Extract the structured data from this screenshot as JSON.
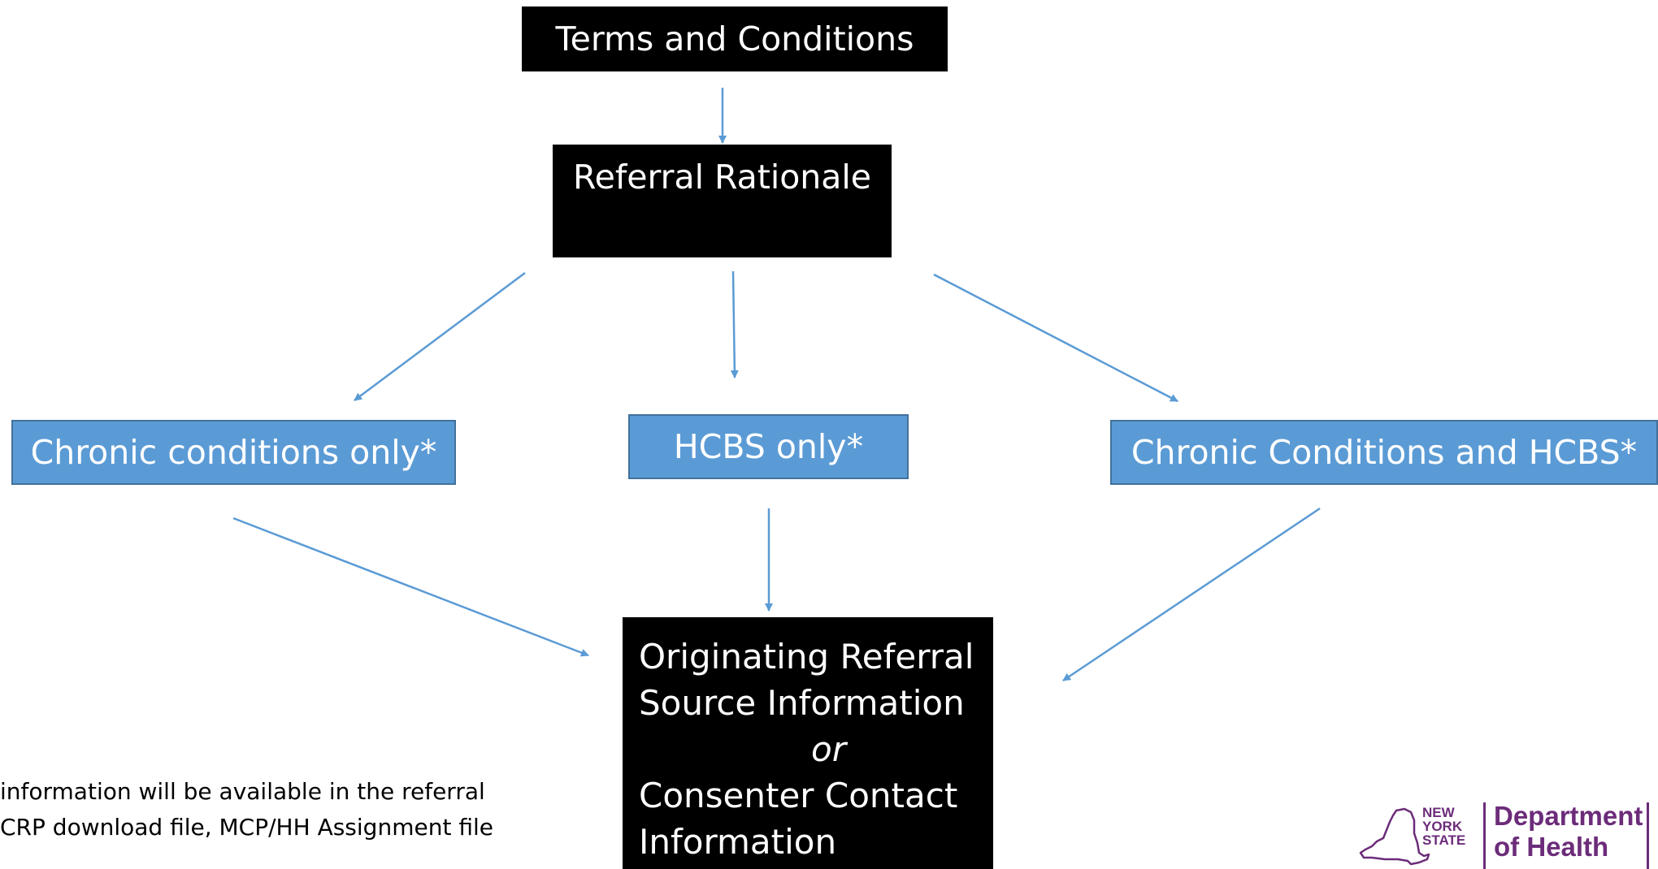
{
  "diagram": {
    "nodes": {
      "terms": "Terms and Conditions",
      "rationale": "Referral Rationale",
      "chronic_only": "Chronic conditions only*",
      "hcbs_only": "HCBS only*",
      "chronic_and_hcbs": "Chronic Conditions and HCBS*",
      "origin": {
        "line1": "Originating Referral",
        "line2": "Source Information",
        "or": "or",
        "line3": "Consenter Contact",
        "line4": "Information"
      }
    },
    "edges": [
      {
        "from": "terms",
        "to": "rationale"
      },
      {
        "from": "rationale",
        "to": "chronic_only"
      },
      {
        "from": "rationale",
        "to": "hcbs_only"
      },
      {
        "from": "rationale",
        "to": "chronic_and_hcbs"
      },
      {
        "from": "chronic_only",
        "to": "origin"
      },
      {
        "from": "hcbs_only",
        "to": "origin"
      },
      {
        "from": "chronic_and_hcbs",
        "to": "origin"
      }
    ],
    "colors": {
      "arrow": "#5b9bd5",
      "blue_box": "#5b9bd5",
      "black_box": "#000000",
      "logo": "#6c2c7a"
    }
  },
  "footnote": {
    "line1": "information will be available in the referral",
    "line2": "CRP download file, MCP/HH Assignment file"
  },
  "logo": {
    "state_line1": "NEW",
    "state_line2": "YORK",
    "state_line3": "STATE",
    "dept_line1": "Department",
    "dept_line2": "of Health"
  }
}
